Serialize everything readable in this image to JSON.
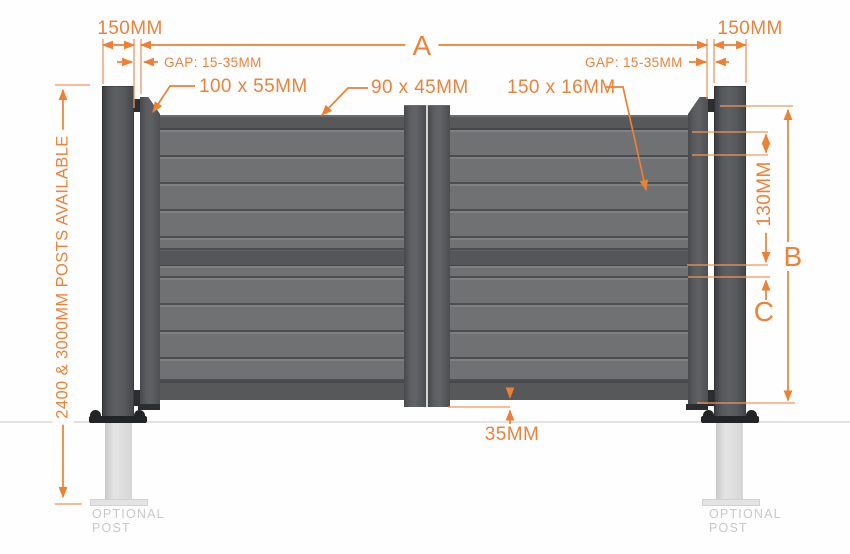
{
  "dims": {
    "left_post_width": "150MM",
    "right_post_width": "150MM",
    "overall_width": "A",
    "left_gap": "GAP: 15-35MM",
    "right_gap": "GAP: 15-35MM",
    "stile_section": "100 x 55MM",
    "rail_section": "90 x 45MM",
    "board_section": "150 x 16MM",
    "board_pitch": "130MM",
    "gate_height": "B",
    "board_spacing": "C",
    "bottom_drop": "35MM",
    "posts_note": "2400 & 3000MM POSTS AVAILABLE"
  },
  "labels": {
    "optional_post_left": "OPTIONAL POST",
    "optional_post_right": "OPTIONAL POST"
  },
  "colors": {
    "dimension_orange": "#f0813a",
    "gate_frame_gray": "#57585a",
    "board_gray": "#6f7173",
    "optional_post_gray": "#d9d9d9",
    "muted_label_gray": "#c8c8c8"
  }
}
